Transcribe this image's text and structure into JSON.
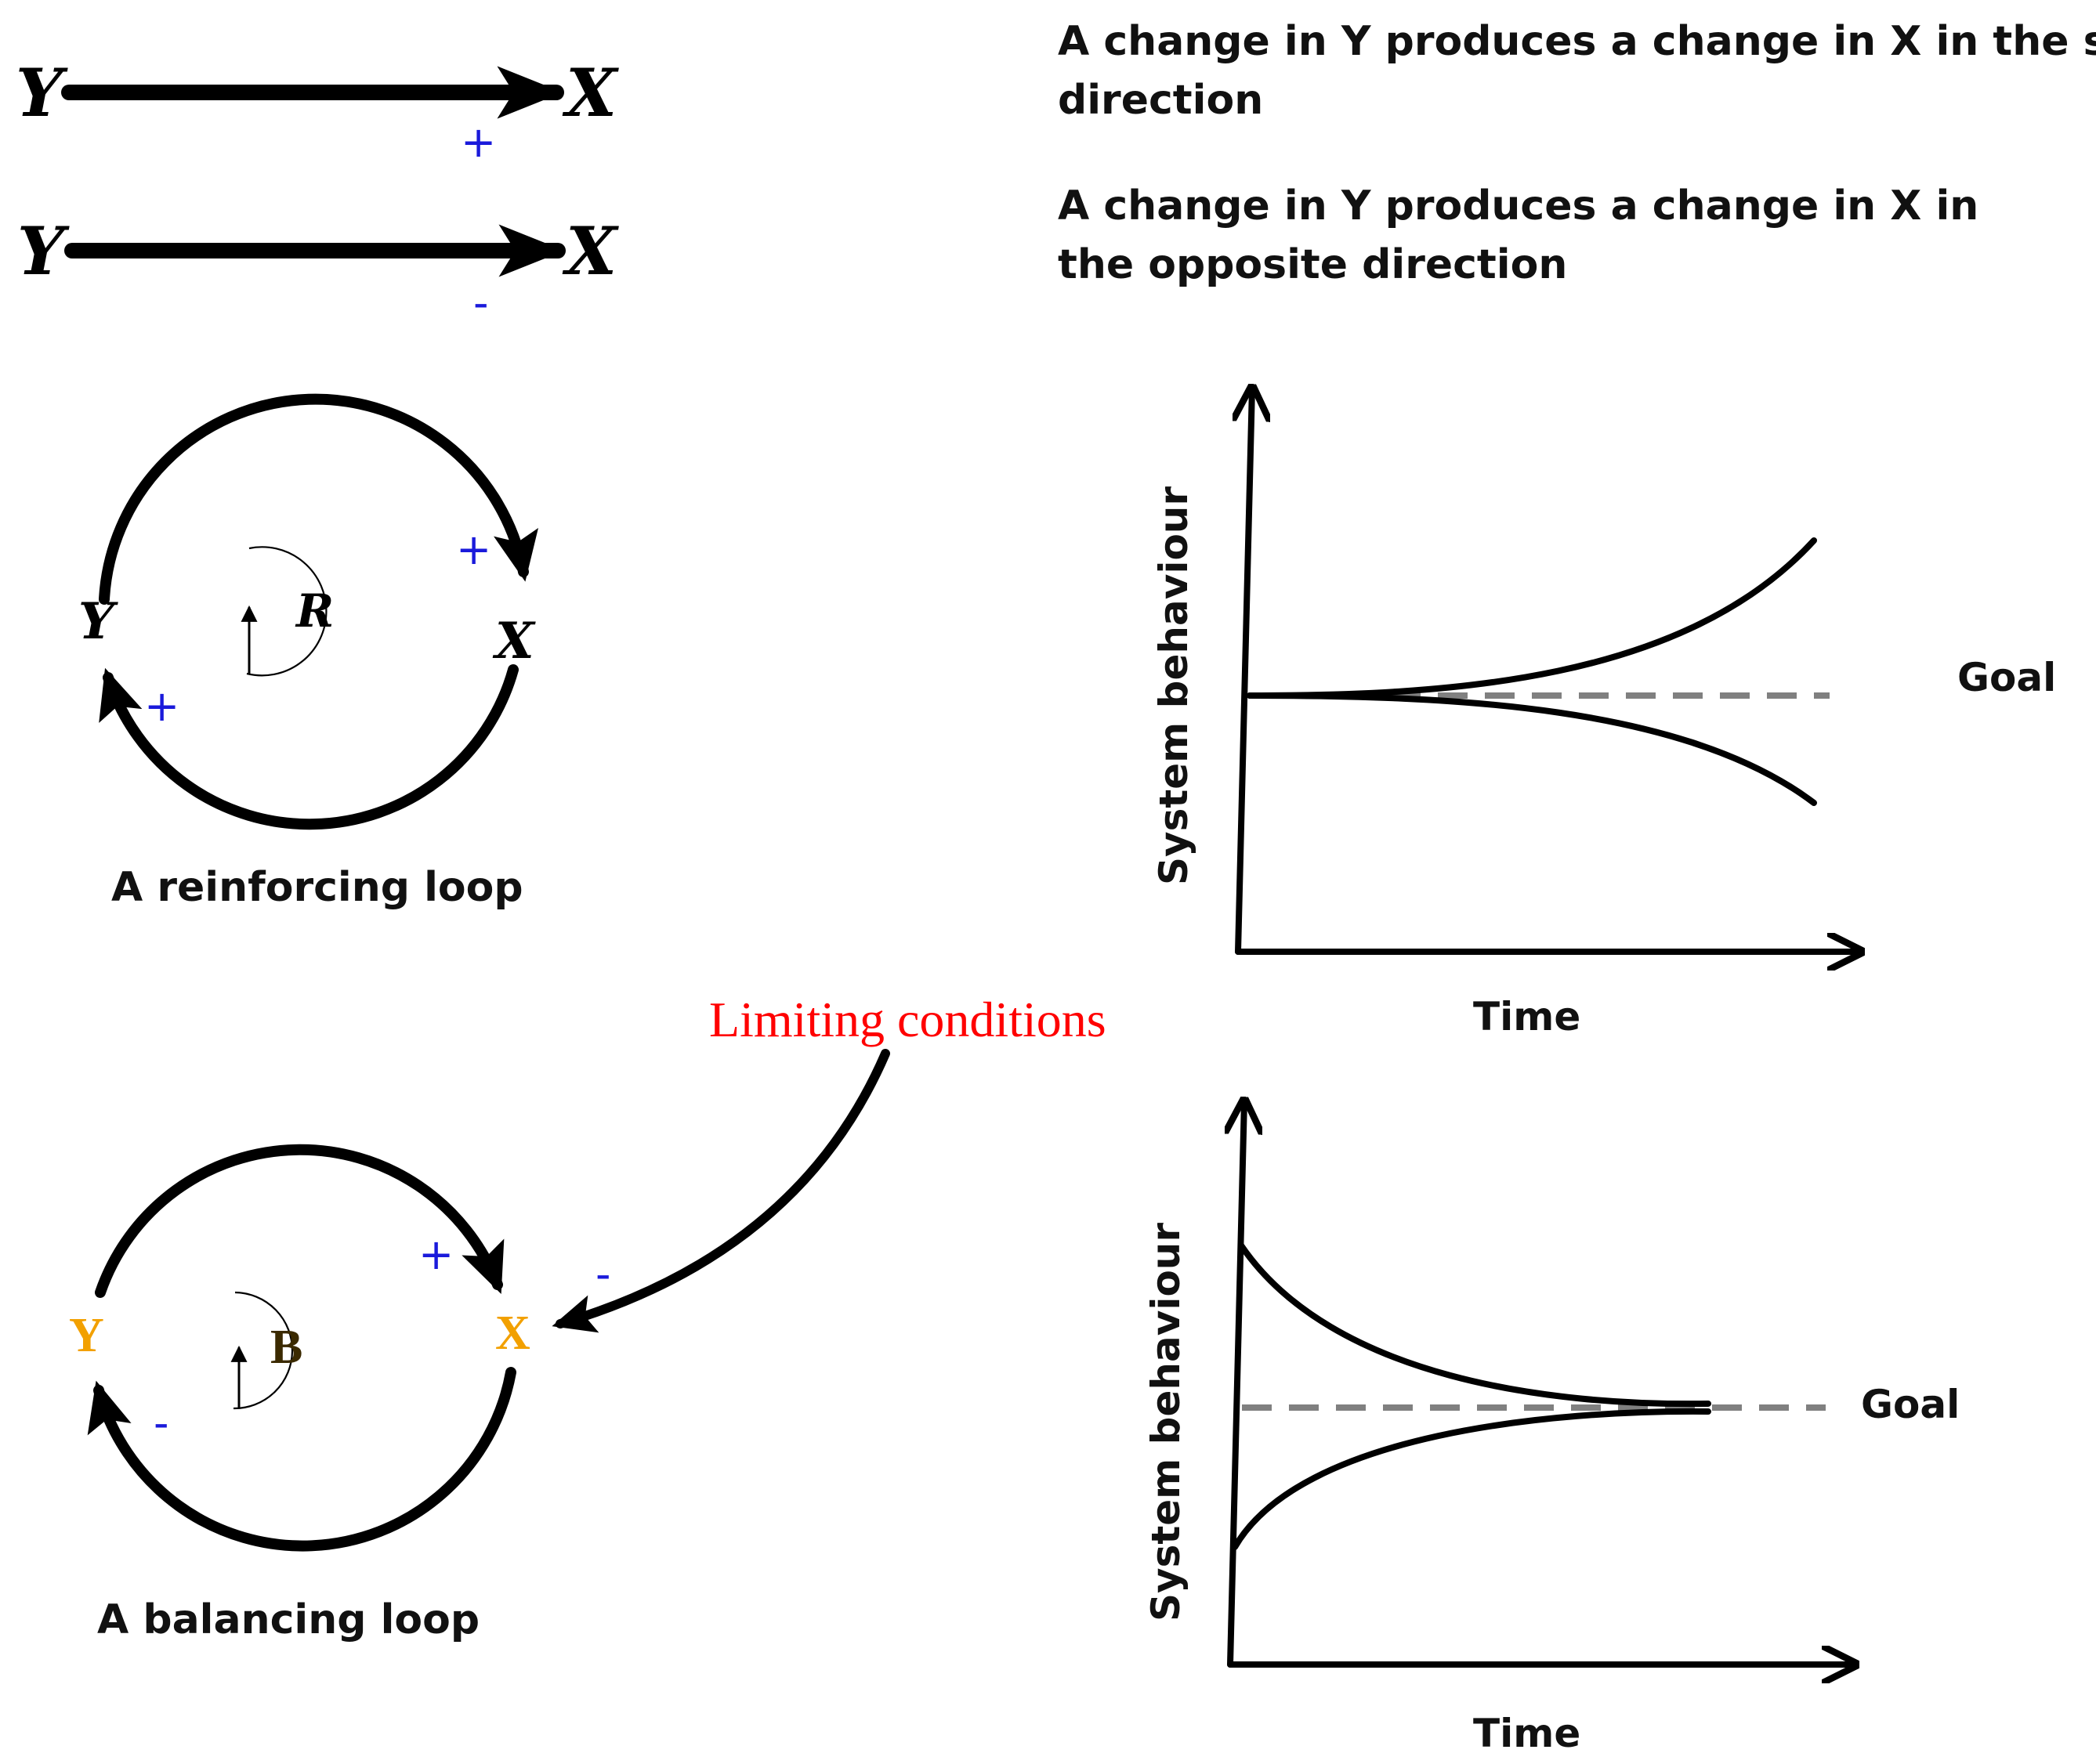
{
  "legend": {
    "positive": {
      "from": "Y",
      "to": "X",
      "sign": "+",
      "description_line1": "A change in Y produces a change in X in the same",
      "description_line2": "direction"
    },
    "negative": {
      "from": "Y",
      "to": "X",
      "sign": "-",
      "description_line1": "A change in Y produces a change in X in",
      "description_line2": "the opposite direction"
    }
  },
  "reinforcing_loop": {
    "node_left": "Y",
    "node_right": "X",
    "center": "R",
    "sign_top": "+",
    "sign_bottom": "+",
    "caption": "A reinforcing loop"
  },
  "balancing_loop": {
    "node_left": "Y",
    "node_right": "X",
    "center": "B",
    "sign_top": "+",
    "sign_bottom": "-",
    "sign_external": "-",
    "caption": "A balancing loop",
    "node_color": "#f2a000",
    "center_color": "#3b2a00"
  },
  "limiting_conditions": "Limiting conditions",
  "chart_top": {
    "ylabel": "System behaviour",
    "xlabel": "Time",
    "goal": "Goal"
  },
  "chart_bottom": {
    "ylabel": "System behaviour",
    "xlabel": "Time",
    "goal": "Goal"
  },
  "colors": {
    "sign": "#1a1adb",
    "limiting": "#ff0000",
    "goal_line": "#808080"
  }
}
